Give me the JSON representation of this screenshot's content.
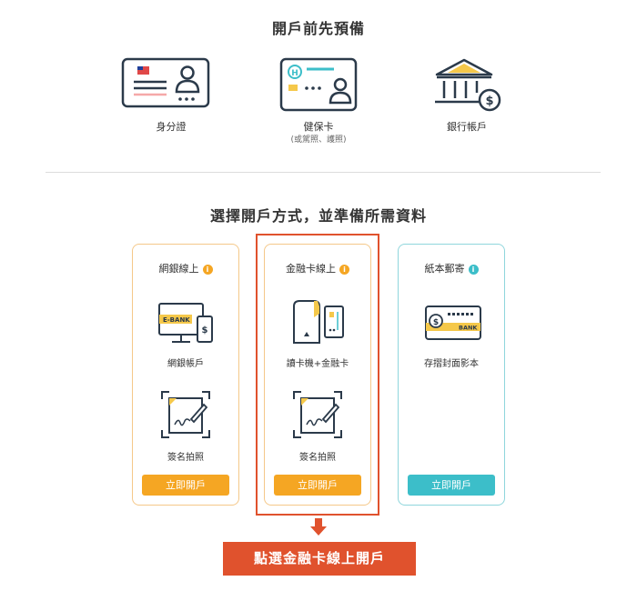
{
  "prep": {
    "title": "開戶前先預備",
    "items": [
      {
        "label": "身分證",
        "sub": "",
        "icon": "id-card-icon"
      },
      {
        "label": "健保卡",
        "sub": "(或駕照、護照)",
        "icon": "health-card-icon"
      },
      {
        "label": "銀行帳戶",
        "sub": "",
        "icon": "bank-icon"
      }
    ]
  },
  "methods": {
    "title": "選擇開戶方式，並準備所需資料",
    "cards": [
      {
        "title": "網銀線上",
        "items": [
          "網銀帳戶",
          "簽名拍照"
        ],
        "button": "立即開戶",
        "color": "#f5a623"
      },
      {
        "title": "金融卡線上",
        "items": [
          "讀卡機+金融卡",
          "簽名拍照"
        ],
        "button": "立即開戶",
        "color": "#f5a623"
      },
      {
        "title": "紙本郵寄",
        "items": [
          "存摺封面影本"
        ],
        "button": "立即開戶",
        "color": "#3cbec9"
      }
    ],
    "ebank_text": "E-BANK",
    "bank_text": "BANK"
  },
  "callout": {
    "text": "點選金融卡線上開戶",
    "color": "#e0522d"
  }
}
